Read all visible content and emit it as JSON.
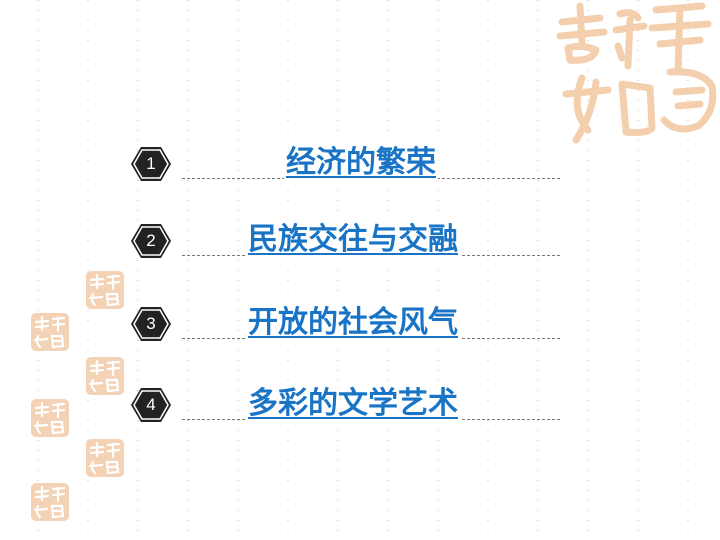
{
  "slide": {
    "menu": [
      {
        "number": "1",
        "label": "经济的繁荣"
      },
      {
        "number": "2",
        "label": "民族交往与交融"
      },
      {
        "number": "3",
        "label": "开放的社会风气"
      },
      {
        "number": "4",
        "label": "多彩的文学艺术"
      }
    ],
    "decoration": {
      "seal_icon": "auspicious-seal-icon",
      "accent_color": "#f2c9a4",
      "link_color": "#1a74c6",
      "badge_color": "#222222"
    }
  }
}
